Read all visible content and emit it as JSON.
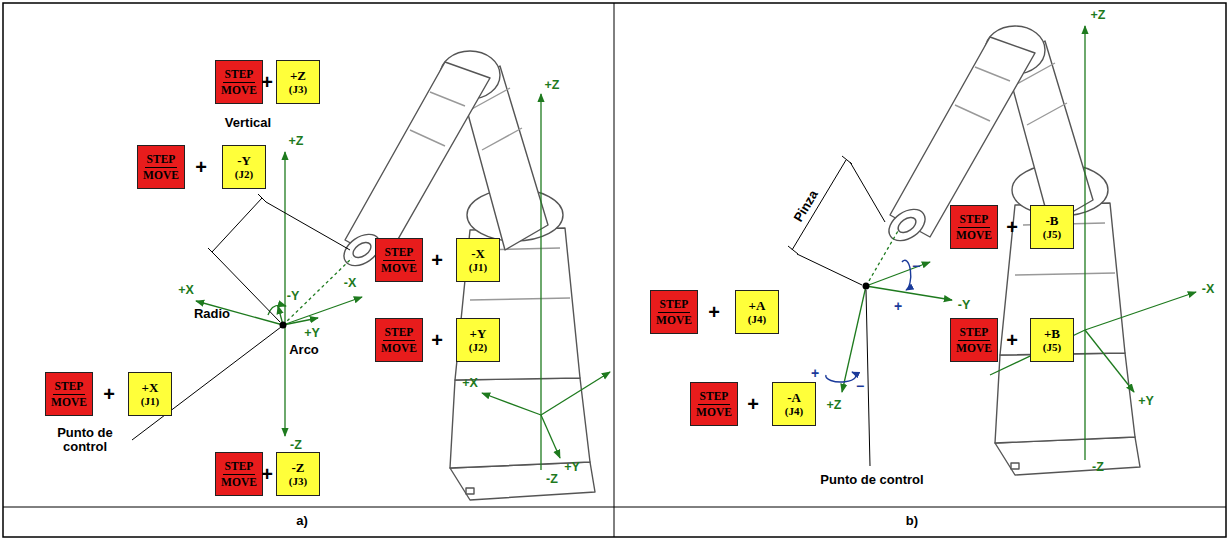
{
  "diagram": {
    "nodes": [
      {
        "text": [
          "STEP",
          "MOVE"
        ]
      },
      {
        "text": [
          "+Z",
          "(J3)"
        ]
      },
      {
        "text": [
          "STEP",
          "MOVE"
        ]
      },
      {
        "text": [
          "-Y",
          "(J2)"
        ]
      },
      {
        "text": [
          "STEP",
          "MOVE"
        ]
      },
      {
        "text": [
          "-X",
          "(J1)"
        ]
      },
      {
        "text": [
          "STEP",
          "MOVE"
        ]
      },
      {
        "text": [
          "+X",
          "(J1)"
        ]
      },
      {
        "text": [
          "STEP",
          "MOVE"
        ]
      },
      {
        "text": [
          "+Y",
          "(J2)"
        ]
      },
      {
        "text": [
          "STEP",
          "MOVE"
        ]
      },
      {
        "text": [
          "-Z",
          "(J3)"
        ]
      },
      {
        "text": [
          "STEP",
          "MOVE"
        ]
      },
      {
        "text": [
          "+A",
          "(J4)"
        ]
      },
      {
        "text": [
          "STEP",
          "MOVE"
        ]
      },
      {
        "text": [
          "-A",
          "(J4)"
        ]
      },
      {
        "text": [
          "STEP",
          "MOVE"
        ]
      },
      {
        "text": [
          "-B",
          "(J5)"
        ]
      },
      {
        "text": [
          "STEP",
          "MOVE"
        ]
      },
      {
        "text": [
          "+B",
          "(J5)"
        ]
      }
    ],
    "labels": [
      "Vertical",
      "+Z",
      "-Z",
      "+X",
      "-X",
      "+Y",
      "-Y",
      "Radio",
      "Arco",
      "Punto de control",
      "+Z",
      "-Z",
      "+X",
      "+Y",
      "+",
      "+",
      "+",
      "+",
      "+",
      "+",
      "a)",
      "Pinza",
      "+Z",
      "-Z",
      "-X",
      "+Y",
      "-Y",
      "+Z",
      "+",
      "−",
      "−",
      "+",
      "Punto de control",
      "+",
      "+",
      "+",
      "+",
      "b)"
    ]
  }
}
